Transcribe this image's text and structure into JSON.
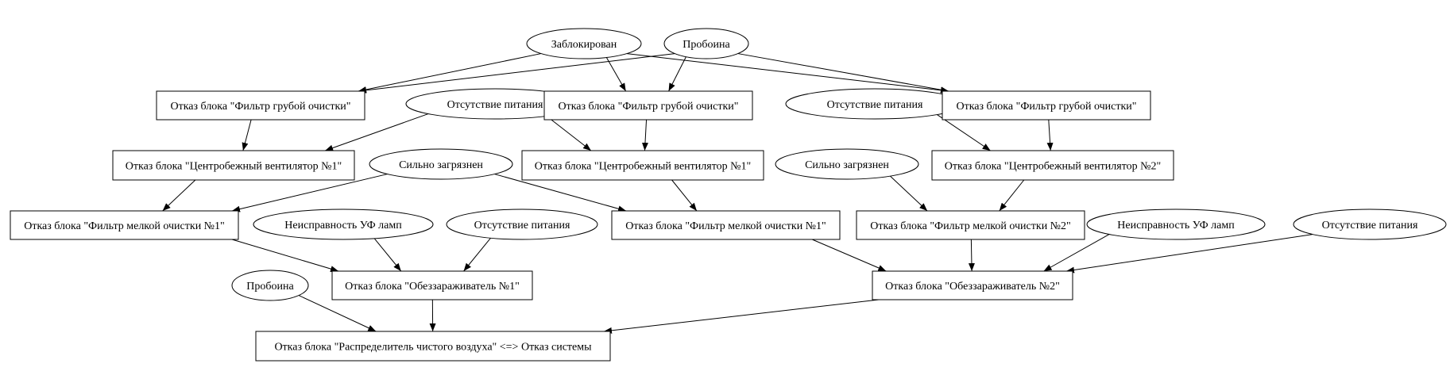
{
  "nodes": {
    "n_blocked": {
      "label": "Заблокирован",
      "shape": "ellipse"
    },
    "n_hole_top": {
      "label": "Пробоина",
      "shape": "ellipse"
    },
    "n_filter_coarse_1": {
      "label": "Отказ блока \"Фильтр грубой очистки\"",
      "shape": "box"
    },
    "n_power_1": {
      "label": "Отсутствие питания",
      "shape": "ellipse"
    },
    "n_filter_coarse_2": {
      "label": "Отказ блока \"Фильтр грубой очистки\"",
      "shape": "box"
    },
    "n_power_2": {
      "label": "Отсутствие питания",
      "shape": "ellipse"
    },
    "n_filter_coarse_3": {
      "label": "Отказ блока \"Фильтр грубой очистки\"",
      "shape": "box"
    },
    "n_fan1_a": {
      "label": "Отказ блока \"Центробежный вентилятор №1\"",
      "shape": "box"
    },
    "n_dirty_1": {
      "label": "Сильно загрязнен",
      "shape": "ellipse"
    },
    "n_fan1_b": {
      "label": "Отказ блока \"Центробежный вентилятор №1\"",
      "shape": "box"
    },
    "n_dirty_2": {
      "label": "Сильно загрязнен",
      "shape": "ellipse"
    },
    "n_fan2": {
      "label": "Отказ блока \"Центробежный вентилятор №2\"",
      "shape": "box"
    },
    "n_fine1_a": {
      "label": "Отказ блока \"Фильтр мелкой очистки №1\"",
      "shape": "box"
    },
    "n_uv_1": {
      "label": "Неисправность УФ ламп",
      "shape": "ellipse"
    },
    "n_power_3": {
      "label": "Отсутствие питания",
      "shape": "ellipse"
    },
    "n_fine1_b": {
      "label": "Отказ блока \"Фильтр мелкой очистки №1\"",
      "shape": "box"
    },
    "n_fine2": {
      "label": "Отказ блока \"Фильтр мелкой очистки №2\"",
      "shape": "box"
    },
    "n_uv_2": {
      "label": "Неисправность УФ ламп",
      "shape": "ellipse"
    },
    "n_power_4": {
      "label": "Отсутствие питания",
      "shape": "ellipse"
    },
    "n_hole_low": {
      "label": "Пробоина",
      "shape": "ellipse"
    },
    "n_disinf1": {
      "label": "Отказ блока \"Обеззараживатель №1\"",
      "shape": "box"
    },
    "n_disinf2": {
      "label": "Отказ блока \"Обеззараживатель №2\"",
      "shape": "box"
    },
    "n_distributor": {
      "label": "Отказ блока \"Распределитель чистого воздуха\" <=> Отказ системы",
      "shape": "box"
    }
  },
  "edges": [
    {
      "from": "n_blocked",
      "to": "n_filter_coarse_1"
    },
    {
      "from": "n_blocked",
      "to": "n_filter_coarse_2"
    },
    {
      "from": "n_blocked",
      "to": "n_filter_coarse_3"
    },
    {
      "from": "n_hole_top",
      "to": "n_filter_coarse_1"
    },
    {
      "from": "n_hole_top",
      "to": "n_filter_coarse_2"
    },
    {
      "from": "n_hole_top",
      "to": "n_filter_coarse_3"
    },
    {
      "from": "n_filter_coarse_1",
      "to": "n_fan1_a"
    },
    {
      "from": "n_power_1",
      "to": "n_fan1_a"
    },
    {
      "from": "n_power_1",
      "to": "n_fan1_b"
    },
    {
      "from": "n_filter_coarse_2",
      "to": "n_fan1_b"
    },
    {
      "from": "n_power_2",
      "to": "n_fan2"
    },
    {
      "from": "n_filter_coarse_3",
      "to": "n_fan2"
    },
    {
      "from": "n_fan1_a",
      "to": "n_fine1_a"
    },
    {
      "from": "n_dirty_1",
      "to": "n_fine1_a"
    },
    {
      "from": "n_dirty_1",
      "to": "n_fine1_b"
    },
    {
      "from": "n_fan1_b",
      "to": "n_fine1_b"
    },
    {
      "from": "n_dirty_2",
      "to": "n_fine2"
    },
    {
      "from": "n_fan2",
      "to": "n_fine2"
    },
    {
      "from": "n_fine1_a",
      "to": "n_disinf1"
    },
    {
      "from": "n_uv_1",
      "to": "n_disinf1"
    },
    {
      "from": "n_power_3",
      "to": "n_disinf1"
    },
    {
      "from": "n_fine1_b",
      "to": "n_disinf2"
    },
    {
      "from": "n_fine2",
      "to": "n_disinf2"
    },
    {
      "from": "n_uv_2",
      "to": "n_disinf2"
    },
    {
      "from": "n_power_4",
      "to": "n_disinf2"
    },
    {
      "from": "n_hole_low",
      "to": "n_distributor"
    },
    {
      "from": "n_disinf1",
      "to": "n_distributor"
    },
    {
      "from": "n_disinf2",
      "to": "n_distributor"
    }
  ]
}
